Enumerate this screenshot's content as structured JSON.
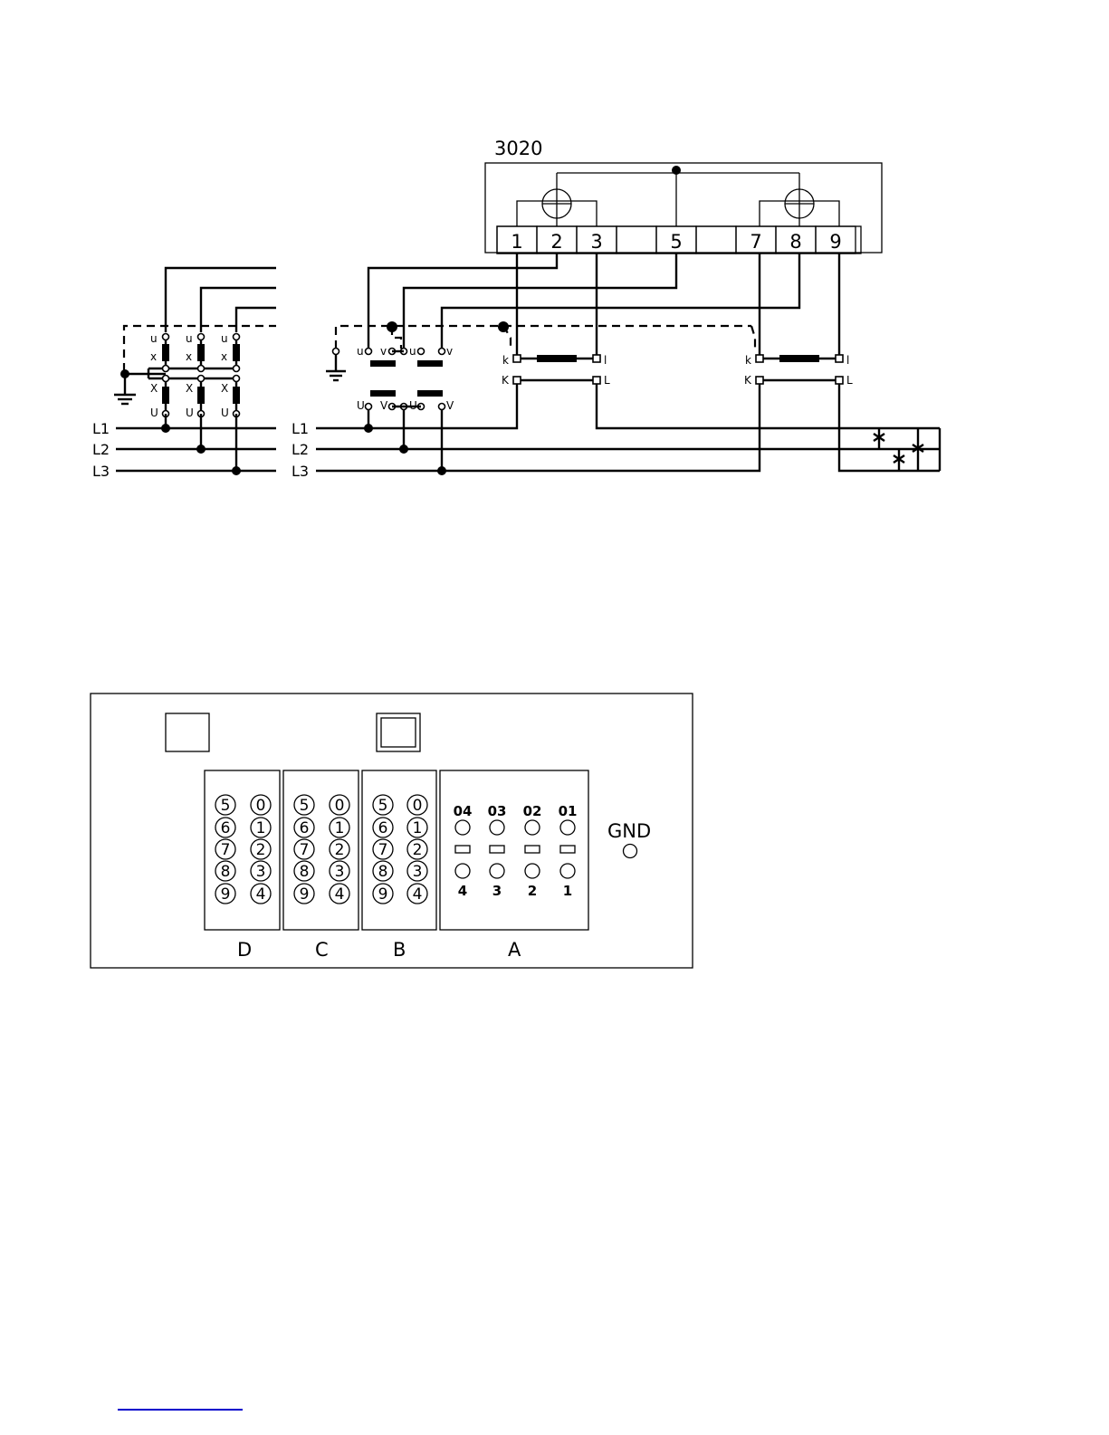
{
  "meter": {
    "title": "3020",
    "terminals": [
      "1",
      "2",
      "3",
      "",
      "5",
      "",
      "7",
      "8",
      "9",
      ""
    ]
  },
  "vt": {
    "primary_labels": [
      "U",
      "V",
      "U",
      "V"
    ],
    "secondary_labels": [
      "u",
      "v",
      "u",
      "v"
    ]
  },
  "vt_star": {
    "top_labels": [
      "u",
      "u",
      "u"
    ],
    "x_small_labels": [
      "x",
      "x",
      "x"
    ],
    "x_large_labels": [
      "X",
      "X",
      "X"
    ],
    "bottom_labels": [
      "U",
      "U",
      "U"
    ]
  },
  "ct": {
    "left_secondary": [
      "k",
      "l"
    ],
    "left_primary": [
      "K",
      "L"
    ],
    "right_secondary": [
      "k",
      "l"
    ],
    "right_primary": [
      "K",
      "L"
    ]
  },
  "lines_left": [
    "L1",
    "L2",
    "L3"
  ],
  "lines_mid": [
    "L1",
    "L2",
    "L3"
  ],
  "panel": {
    "gnd_label": "GND",
    "sections": [
      "D",
      "C",
      "B",
      "A"
    ],
    "switch_col_left": [
      "5",
      "6",
      "7",
      "8",
      "9"
    ],
    "switch_col_right": [
      "0",
      "1",
      "2",
      "3",
      "4"
    ],
    "a_top_labels": [
      "04",
      "03",
      "02",
      "01"
    ],
    "a_bottom_labels": [
      "4",
      "3",
      "2",
      "1"
    ]
  }
}
